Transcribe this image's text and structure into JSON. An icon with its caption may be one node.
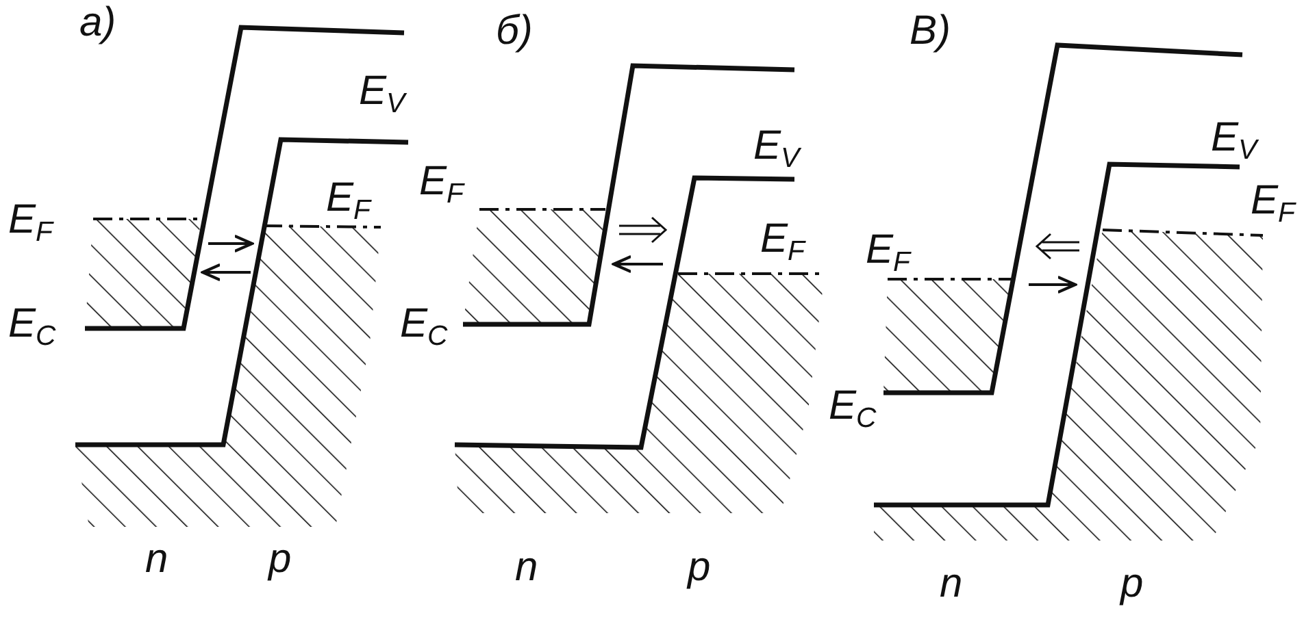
{
  "diagram": {
    "labels": [
      "а)",
      "E$_{V}$",
      "E$_{F}$",
      "E$_{F}$",
      "E$_{C}$",
      "n",
      "p",
      "б)",
      "E$_{V}$",
      "E$_{F}$",
      "E$_{F}$",
      "E$_{C}$",
      "n",
      "p",
      "В)",
      "E$_{V}$",
      "E$_{F}$",
      "E$_{F}$",
      "E$_{C}$",
      "n",
      "p"
    ]
  }
}
